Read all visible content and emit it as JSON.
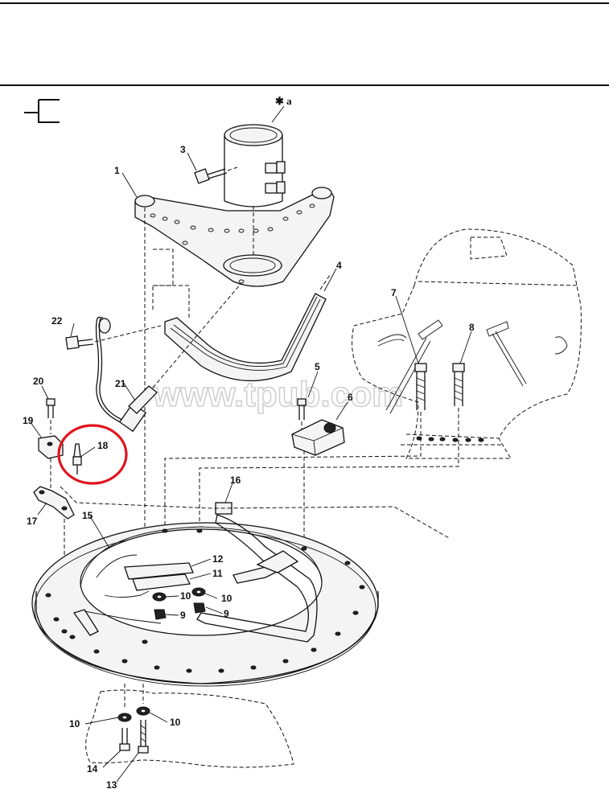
{
  "figure": {
    "reference_mark": "✱ a",
    "watermark": "www.tpub.com",
    "highlight_color": "#e0141e"
  },
  "callouts": {
    "c1": "1",
    "c2": "3",
    "c3": "4",
    "c4": "5",
    "c5": "6",
    "c6": "7",
    "c7": "8",
    "c8": "9",
    "c9": "9",
    "c10": "10",
    "c11": "10",
    "c12": "10",
    "c13": "10",
    "c14": "11",
    "c15": "12",
    "c16": "13",
    "c17": "14",
    "c18": "15",
    "c19": "16",
    "c20": "17",
    "c21": "18",
    "c22": "19",
    "c23": "20",
    "c24": "21",
    "c25": "22"
  }
}
